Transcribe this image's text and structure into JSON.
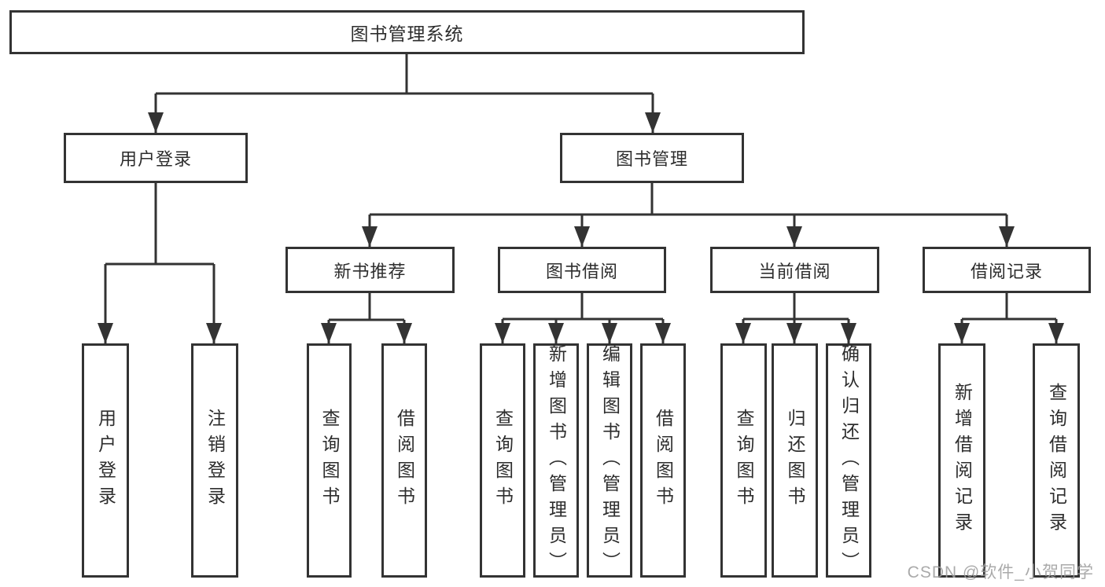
{
  "diagram": {
    "tree": {
      "label": "图书管理系统",
      "children": [
        {
          "label": "用户登录",
          "children": [
            {
              "label": "用户登录"
            },
            {
              "label": "注销登录"
            }
          ]
        },
        {
          "label": "图书管理",
          "children": [
            {
              "label": "新书推荐",
              "children": [
                {
                  "label": "查询图书"
                },
                {
                  "label": "借阅图书"
                }
              ]
            },
            {
              "label": "图书借阅",
              "children": [
                {
                  "label": "查询图书"
                },
                {
                  "label": "新增图书（管理员）"
                },
                {
                  "label": "编辑图书（管理员）"
                },
                {
                  "label": "借阅图书"
                }
              ]
            },
            {
              "label": "当前借阅",
              "children": [
                {
                  "label": "查询图书"
                },
                {
                  "label": "归还图书"
                },
                {
                  "label": "确认归还（管理员）"
                }
              ]
            },
            {
              "label": "借阅记录",
              "children": [
                {
                  "label": "新增借阅记录"
                },
                {
                  "label": "查询借阅记录"
                }
              ]
            }
          ]
        }
      ]
    },
    "colors": {
      "line": "#333333",
      "box_border": "#333333",
      "box_fill": "#ffffff",
      "text": "#2d2d2d",
      "watermark": "#9e9e9e"
    }
  },
  "watermark": {
    "text": "CSDN @软件_小贺同学"
  }
}
